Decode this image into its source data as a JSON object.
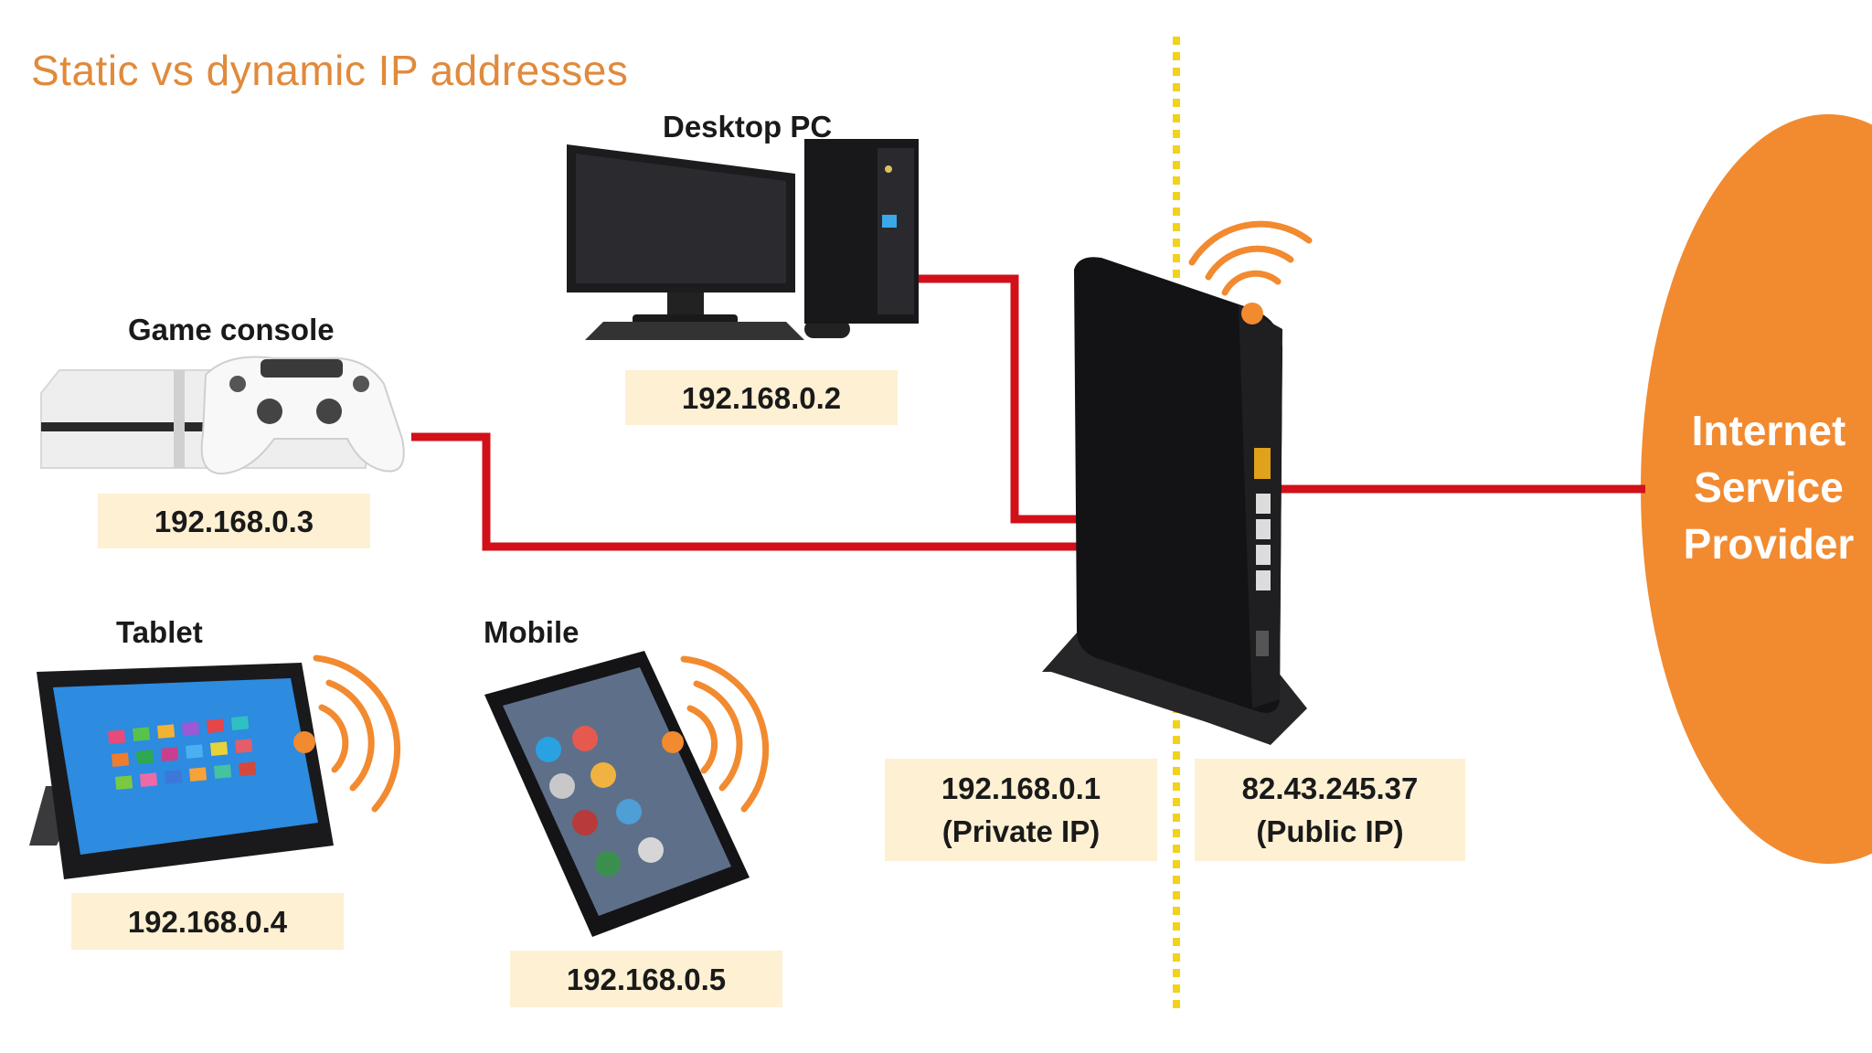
{
  "title": "Static vs dynamic IP addresses",
  "devices": {
    "desktop": {
      "label": "Desktop PC",
      "ip": "192.168.0.2"
    },
    "console": {
      "label": "Game console",
      "ip": "192.168.0.3"
    },
    "tablet": {
      "label": "Tablet",
      "ip": "192.168.0.4"
    },
    "mobile": {
      "label": "Mobile",
      "ip": "192.168.0.5"
    }
  },
  "router": {
    "private_ip": "192.168.0.1",
    "private_note": "(Private IP)",
    "public_ip": "82.43.245.37",
    "public_note": "(Public IP)"
  },
  "isp": {
    "line1": "Internet",
    "line2": "Service",
    "line3": "Provider"
  },
  "colors": {
    "accent": "#f28a30",
    "cable": "#d2101a",
    "label_bg": "#fdf0d3",
    "divider": "#f2d21a",
    "title": "#e08a3c"
  }
}
